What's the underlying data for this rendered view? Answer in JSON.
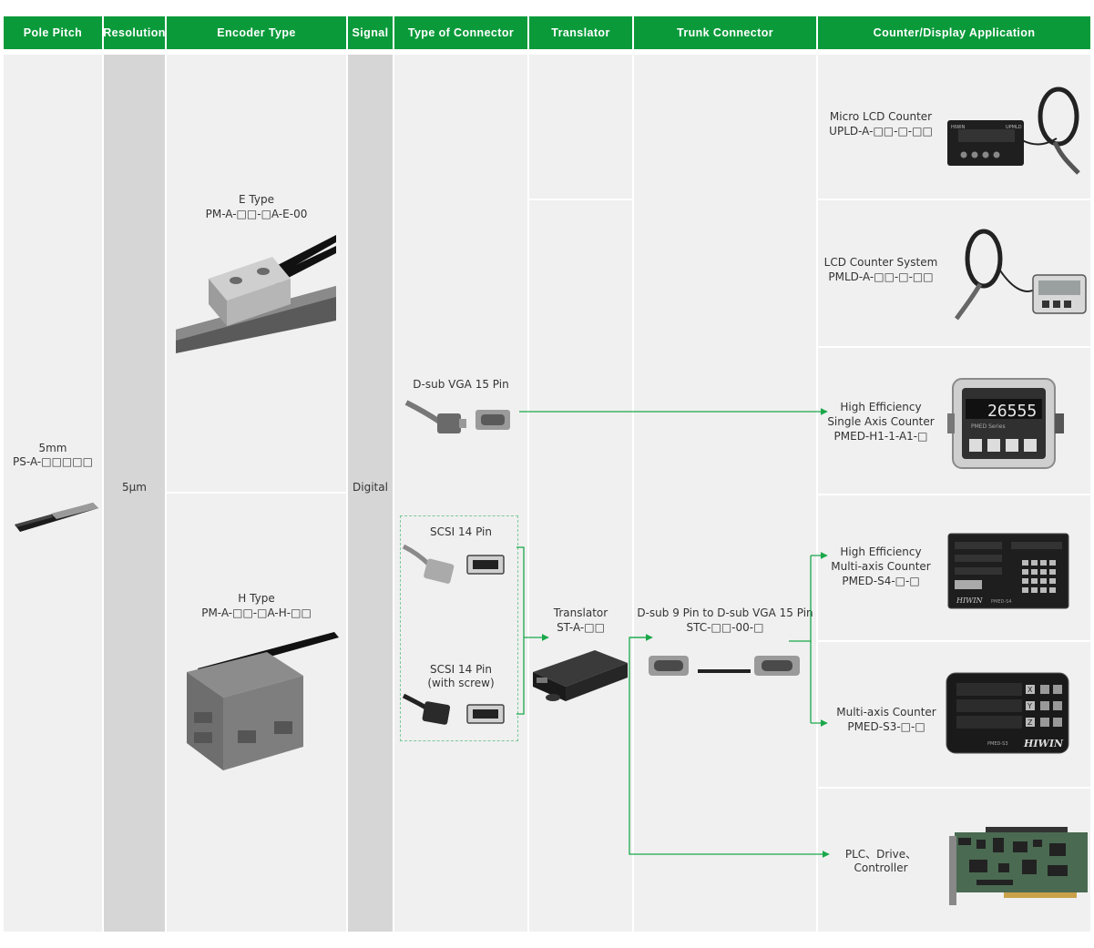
{
  "headers": [
    "Pole Pitch",
    "Resolution",
    "Encoder Type",
    "Signal",
    "Type of Connector",
    "Translator",
    "Trunk Connector",
    "Counter/Display Application"
  ],
  "pole_pitch": {
    "title": "5mm",
    "code": "PS-A-□□□□□"
  },
  "resolution": "5μm",
  "signal": "Digital",
  "encoders": [
    {
      "title": "E Type",
      "code": "PM-A-□□-□A-E-00"
    },
    {
      "title": "H Type",
      "code": "PM-A-□□-□A-H-□□"
    }
  ],
  "connectors": [
    {
      "title": "D-sub VGA 15 Pin",
      "sub": ""
    },
    {
      "title": "SCSI 14 Pin",
      "sub": ""
    },
    {
      "title": "SCSI 14 Pin",
      "sub": "(with screw)"
    }
  ],
  "translator": {
    "title": "Translator",
    "code": "ST-A-□□"
  },
  "trunk": {
    "title": "D-sub 9 Pin to D-sub VGA 15 Pin",
    "code": "STC-□□-00-□"
  },
  "apps": [
    {
      "l1": "Micro LCD Counter",
      "l2": "UPLD-A-□□-□-□□",
      "l3": ""
    },
    {
      "l1": "LCD Counter System",
      "l2": "PMLD-A-□□-□-□□",
      "l3": ""
    },
    {
      "l1": "High Efficiency",
      "l2": "Single Axis Counter",
      "l3": "PMED-H1-1-A1-□"
    },
    {
      "l1": "High Efficiency",
      "l2": "Multi-axis Counter",
      "l3": "PMED-S4-□-□"
    },
    {
      "l1": "Multi-axis Counter",
      "l2": "PMED-S3-□-□",
      "l3": ""
    },
    {
      "l1": "PLC、Drive、",
      "l2": "Controller",
      "l3": ""
    }
  ],
  "device_text": {
    "upld_brand": "HIWIN",
    "upld_model": "UPMLD",
    "pmed_h1_value": "26555",
    "pmed_h1_series": "PMED Series",
    "pmed_s4_brand": "HIWIN",
    "pmed_s4_model": "PMED-S4",
    "pmed_s3_brand": "HIWIN",
    "pmed_s3_model": "PMED-S3",
    "s3_axis": [
      "X",
      "Y",
      "Z"
    ]
  },
  "colors": {
    "header": "#0a9a3a",
    "arrow": "#1aa84a",
    "cell": "#f0f0f0",
    "dark_col": "#d6d6d6"
  }
}
